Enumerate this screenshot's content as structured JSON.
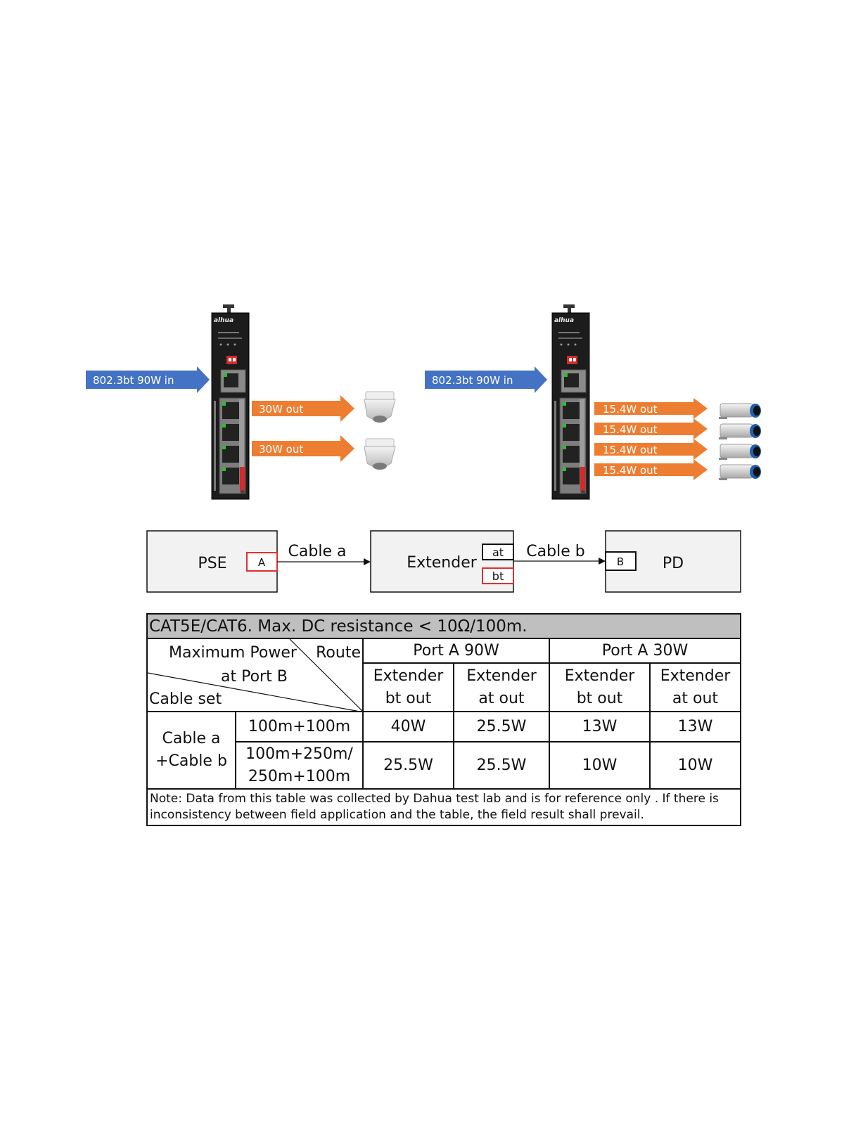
{
  "top_left": {
    "brand": "alhua",
    "input_label": "802.3bt  90W in",
    "outputs": [
      "30W out",
      "30W out"
    ]
  },
  "top_right": {
    "brand": "alhua",
    "input_label": "802.3bt  90W in",
    "outputs": [
      "15.4W out",
      "15.4W out",
      "15.4W out",
      "15.4W out"
    ]
  },
  "flow": {
    "pse_label": "PSE",
    "port_a": "A",
    "cable_a": "Cable a",
    "extender_label": "Extender",
    "port_at": "at",
    "port_bt": "bt",
    "cable_b": "Cable b",
    "port_b": "B",
    "pd_label": "PD"
  },
  "table": {
    "header": "CAT5E/CAT6. Max. DC resistance < 10Ω/100m.",
    "corner_top": "Maximum Power",
    "corner_route": "Route",
    "corner_mid": "at Port B",
    "corner_bottom": "Cable set",
    "group_a": "Port A 90W",
    "group_b": "Port A 30W",
    "sub1_l1": "Extender",
    "sub1_l2": "bt out",
    "sub2_l1": "Extender",
    "sub2_l2": "at out",
    "sub3_l1": "Extender",
    "sub3_l2": "bt out",
    "sub4_l1": "Extender",
    "sub4_l2": "at out",
    "row_group_l1": "Cable a",
    "row_group_l2": "+Cable b",
    "r1_len": "100m+100m",
    "r1_v1": "40W",
    "r1_v2": "25.5W",
    "r1_v3": "13W",
    "r1_v4": "13W",
    "r2_len_l1": "100m+250m/",
    "r2_len_l2": "250m+100m",
    "r2_v1": "25.5W",
    "r2_v2": "25.5W",
    "r2_v3": "10W",
    "r2_v4": "10W",
    "note": "Note: Data from this table was collected by Dahua test lab and is for reference only . If there is inconsistency between field application and the table, the field result shall prevail."
  },
  "colors": {
    "input_arrow": "#4472c4",
    "output_arrow": "#ed7d31",
    "header_bg": "#bfbfbf",
    "box_bg": "#f2f2f2",
    "port_red": "#e03030"
  }
}
